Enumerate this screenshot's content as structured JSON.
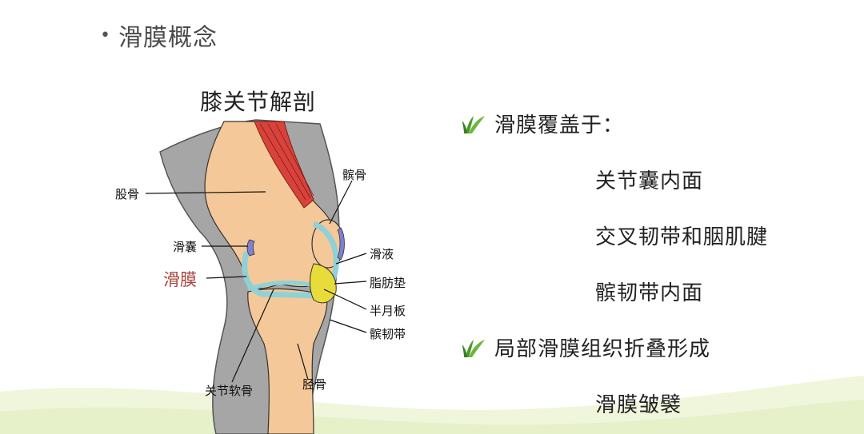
{
  "slide": {
    "title": "滑膜概念",
    "title_bullet": "•"
  },
  "diagram": {
    "title": "膝关节解剖",
    "labels": {
      "femur": "股骨",
      "bursa": "滑囊",
      "synovium": "滑膜",
      "patella": "髌骨",
      "synovial_fluid": "滑液",
      "fat_pad": "脂肪垫",
      "meniscus": "半月板",
      "patellar_ligament": "髌韧带",
      "tibia": "胫骨",
      "articular_cartilage": "关节软骨"
    }
  },
  "content": {
    "point1": {
      "heading": "滑膜覆盖于：",
      "items": [
        "关节囊内面",
        "交叉韧带和胭肌腱",
        "髌韧带内面"
      ]
    },
    "point2": {
      "heading": "局部滑膜组织折叠形成",
      "items": [
        "滑膜皱襞"
      ]
    }
  },
  "icons": {
    "bullet_icon": "grass-leaf-icon"
  },
  "colors": {
    "bone": "#f4c898",
    "muscle": "#d9423a",
    "synovium_outline": "#8fd1d6",
    "bursa": "#7f7fd0",
    "fat_pad": "#e8dc3a",
    "soft_tissue": "#9a9a9a",
    "leaf": "#4c9a2a",
    "background_wave": "#eef5d8"
  }
}
